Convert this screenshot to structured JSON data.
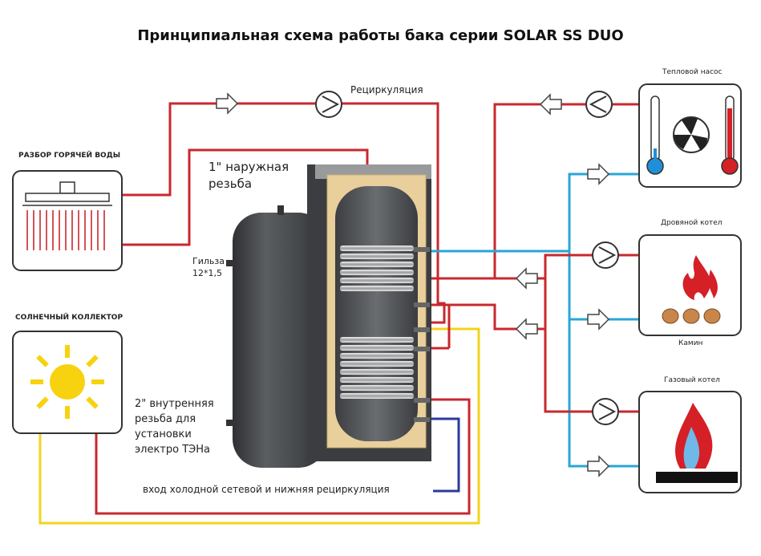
{
  "title": "Принципиальная схема работы бака серии SOLAR SS DUO",
  "labels": {
    "recirculation": "Рециркуляция",
    "hot_water": "РАЗБОР ГОРЯЧЕЙ ВОДЫ",
    "solar_collector": "СОЛНЕЧНЫЙ КОЛЛЕКТОР",
    "heat_pump": "Тепловой насос",
    "wood_boiler": "Дровяной котел",
    "fireplace": "Камин",
    "gas_boiler": "Газовый котел",
    "external_thread_1": "1\" наружная",
    "external_thread_2": "резьба",
    "sleeve_1": "Гильза",
    "sleeve_2": "12*1,5",
    "internal_thread_1": "2\" внутренняя",
    "internal_thread_2": "резьба для",
    "internal_thread_3": "установки",
    "internal_thread_4": "электро ТЭНа",
    "cold_inlet": "вход холодной сетевой и нижняя рециркуляция"
  },
  "colors": {
    "hot_line": "#c8282e",
    "cold_line": "#2aa6d6",
    "solar_line": "#f2d41c",
    "inlet_line": "#2b3a9c",
    "tank_dark": "#4a4c4f",
    "insulation": "#e8cf9c",
    "sun": "#f7d20f",
    "flame": "#d42026",
    "gas_flame_inner": "#6fb8e8",
    "log": "#c8864a",
    "thermo_cold": "#1e8fd8",
    "thermo_hot": "#d42026"
  },
  "icons": [
    "shower-icon",
    "sun-icon",
    "thermometer-cold-icon",
    "fan-icon",
    "thermometer-hot-icon",
    "flame-icon",
    "log-icon",
    "gas-flame-icon",
    "pump-icon",
    "flow-arrow-icon"
  ]
}
